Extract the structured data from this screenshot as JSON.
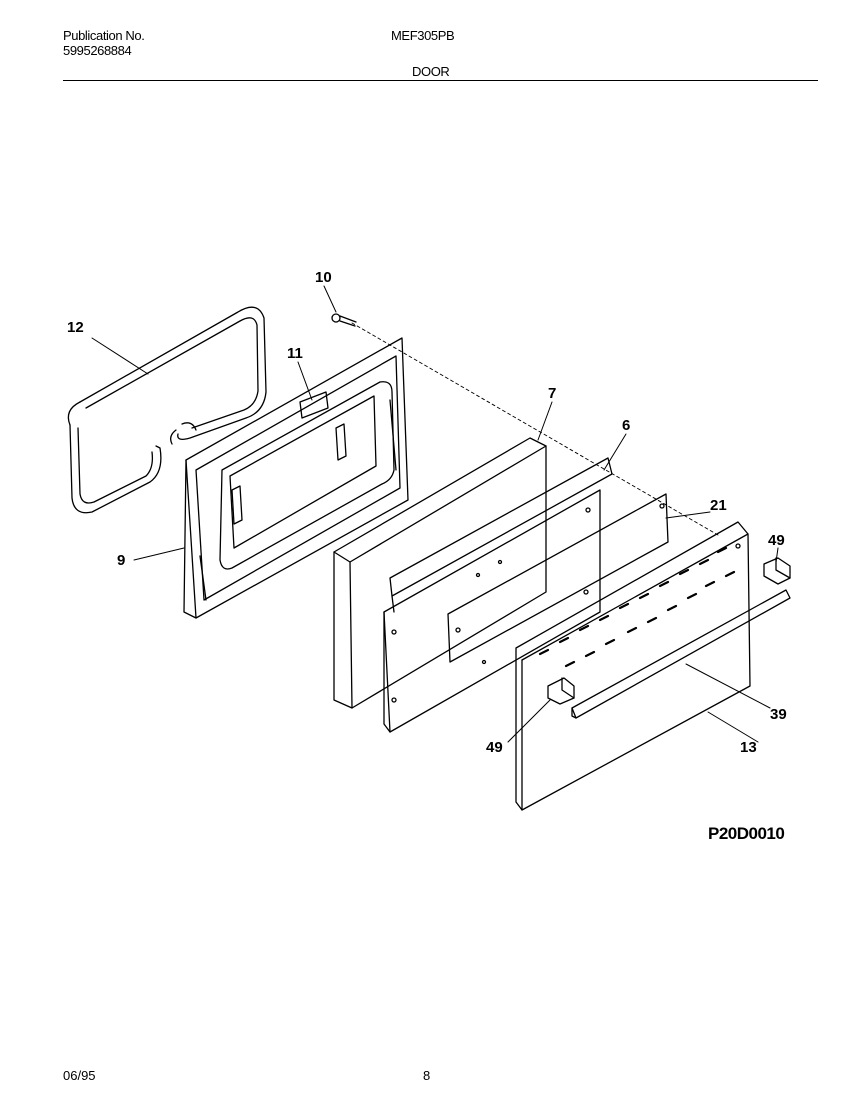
{
  "header": {
    "publication_label": "Publication No.",
    "publication_number": "5995268884",
    "model": "MEF305PB",
    "section_title": "DOOR"
  },
  "diagram": {
    "figure_id": "P20D0010",
    "callouts": {
      "c10": "10",
      "c12": "12",
      "c11": "11",
      "c7": "7",
      "c6": "6",
      "c21": "21",
      "c49a": "49",
      "c9": "9",
      "c39": "39",
      "c49b": "49",
      "c13": "13"
    }
  },
  "footer": {
    "date": "06/95",
    "page": "8"
  }
}
